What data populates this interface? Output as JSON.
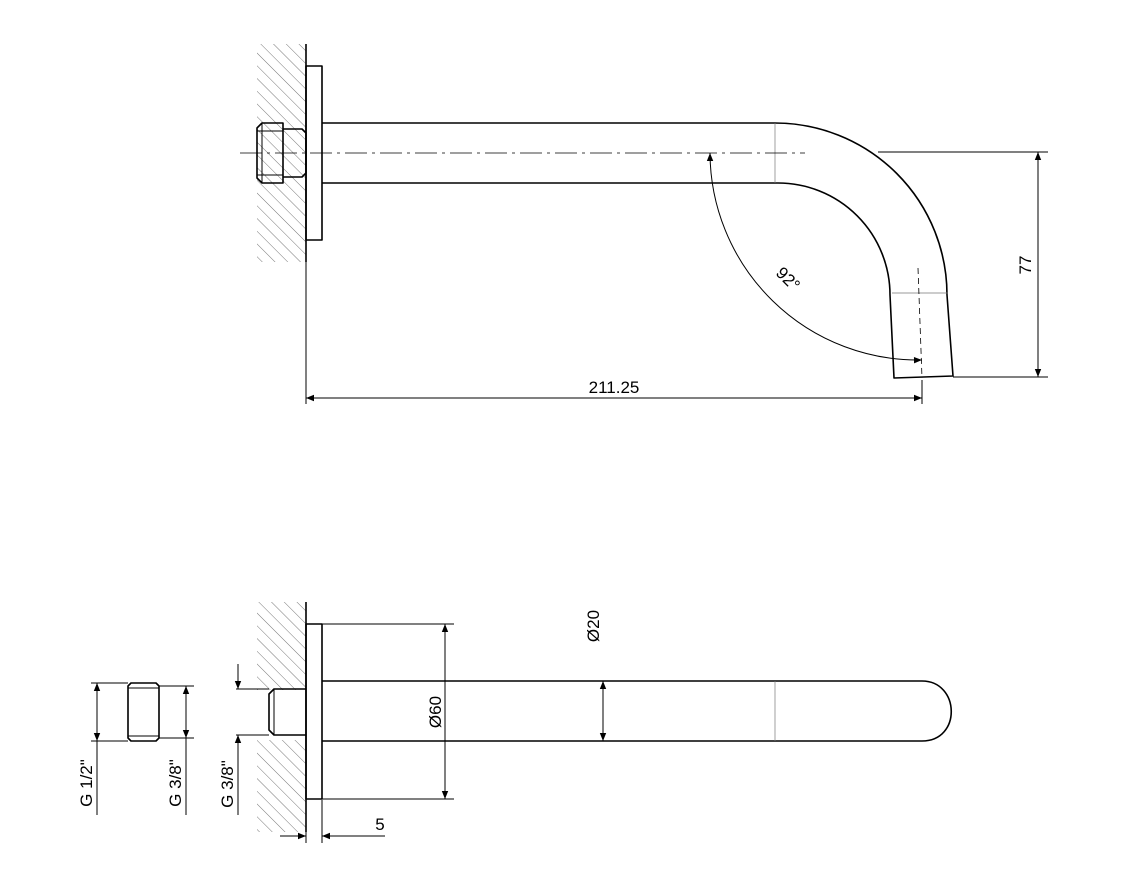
{
  "drawing": {
    "side_view": {
      "angle_label": "92°",
      "drop_label": "77",
      "length_label": "211.25"
    },
    "front_view": {
      "pipe_diameter_label": "Ø20",
      "flange_diameter_label": "Ø60",
      "flange_thickness_label": "5",
      "adapter_thread_large_label": "G 1/2\"",
      "adapter_thread_small_label": "G 3/8\"",
      "inlet_thread_label": "G 3/8\""
    }
  }
}
